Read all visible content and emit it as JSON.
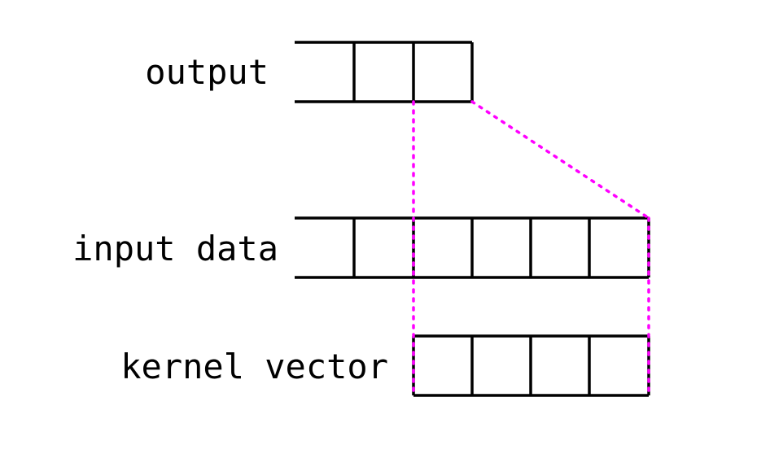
{
  "labels": {
    "output": "output",
    "input": "input data",
    "kernel": "kernel vector"
  },
  "rows": {
    "output": {
      "cells": 3,
      "open_left": true
    },
    "input": {
      "cells": 6,
      "open_left": true
    },
    "kernel": {
      "cells": 4,
      "open_left": false
    }
  },
  "colors": {
    "stroke": "#000000",
    "guide": "#ff00ff",
    "background": "#ffffff"
  }
}
